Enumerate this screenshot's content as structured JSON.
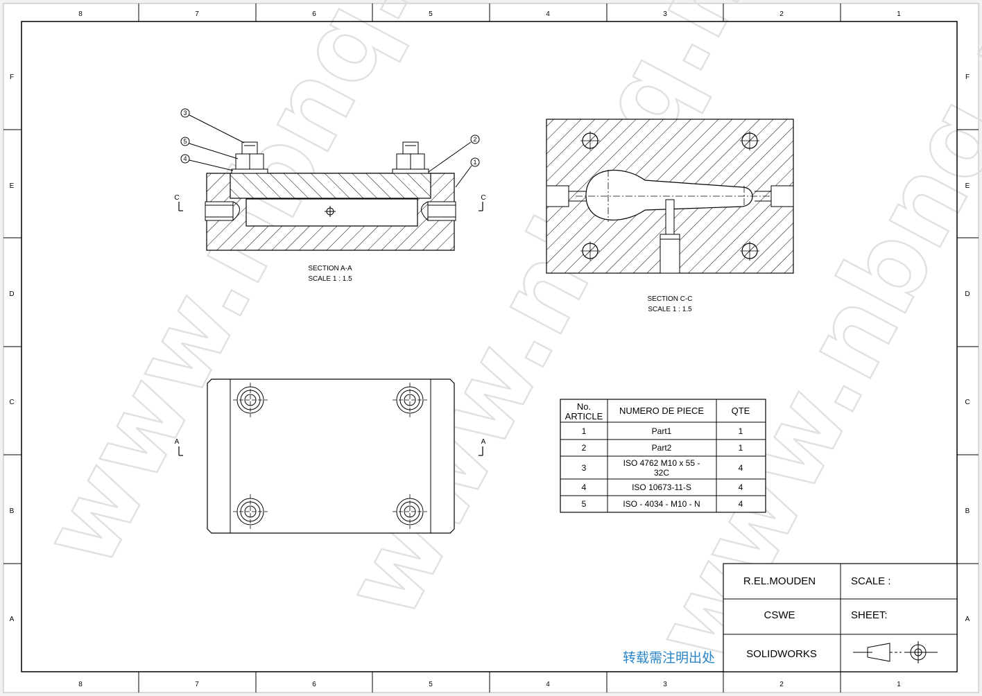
{
  "frame": {
    "columns_top": [
      "8",
      "7",
      "6",
      "5",
      "4",
      "3",
      "2",
      "1"
    ],
    "columns_bottom": [
      "8",
      "7",
      "6",
      "5",
      "4",
      "3",
      "2",
      "1"
    ],
    "rows_left": [
      "F",
      "E",
      "D",
      "C",
      "B",
      "A"
    ],
    "rows_right": [
      "F",
      "E",
      "D",
      "C",
      "B",
      "A"
    ]
  },
  "views": {
    "section_aa": {
      "title": "SECTION A-A",
      "scale": "SCALE 1 : 1.5",
      "balloons": [
        "3",
        "5",
        "4",
        "2",
        "1"
      ],
      "cut_left": "C",
      "cut_right": "C"
    },
    "section_cc": {
      "title": "SECTION C-C",
      "scale": "SCALE 1 : 1.5"
    },
    "top_view": {
      "cut_left": "A",
      "cut_right": "A"
    }
  },
  "bom": {
    "headers": [
      "No. ARTICLE",
      "NUMERO DE PIECE",
      "QTE"
    ],
    "header_no_line1": "No.",
    "header_no_line2": "ARTICLE",
    "rows": [
      {
        "no": "1",
        "part": "Part1",
        "qty": "1"
      },
      {
        "no": "2",
        "part": "Part2",
        "qty": "1"
      },
      {
        "no": "3",
        "part_line1": "ISO 4762 M10 x 55 -",
        "part_line2": "32C",
        "qty": "4"
      },
      {
        "no": "4",
        "part": "ISO 10673-11-S",
        "qty": "4"
      },
      {
        "no": "5",
        "part": "ISO - 4034 - M10 - N",
        "qty": "4"
      }
    ]
  },
  "title_block": {
    "author": "R.EL.MOUDEN",
    "org": "CSWE",
    "software": "SOLIDWORKS",
    "scale_label": "SCALE :",
    "sheet_label": "SHEET:"
  },
  "watermark": "www.nbnq.net",
  "stamp": "转载需注明出处"
}
